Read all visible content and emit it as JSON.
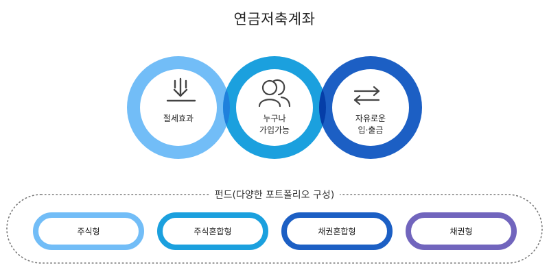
{
  "title": "연금저축계좌",
  "circles": [
    {
      "label_lines": [
        "절세효과"
      ],
      "icon": "download-icon",
      "color": "#72bdf7"
    },
    {
      "label_lines": [
        "누구나",
        "가입가능"
      ],
      "icon": "users-icon",
      "color": "#1ba0de"
    },
    {
      "label_lines": [
        "자유로운",
        "입·출금"
      ],
      "icon": "swap-arrows-icon",
      "color": "#1c5fc4"
    }
  ],
  "overlap_colors": [
    "#1f80dc",
    "#053ea8"
  ],
  "funds": {
    "label": "펀드(다양한 포트폴리오 구성)",
    "items": [
      {
        "label": "주식형",
        "color": "#72bdf7"
      },
      {
        "label": "주식혼합형",
        "color": "#1ba0de"
      },
      {
        "label": "채권혼합형",
        "color": "#1c5fc4"
      },
      {
        "label": "채권형",
        "color": "#7165bd"
      }
    ]
  }
}
